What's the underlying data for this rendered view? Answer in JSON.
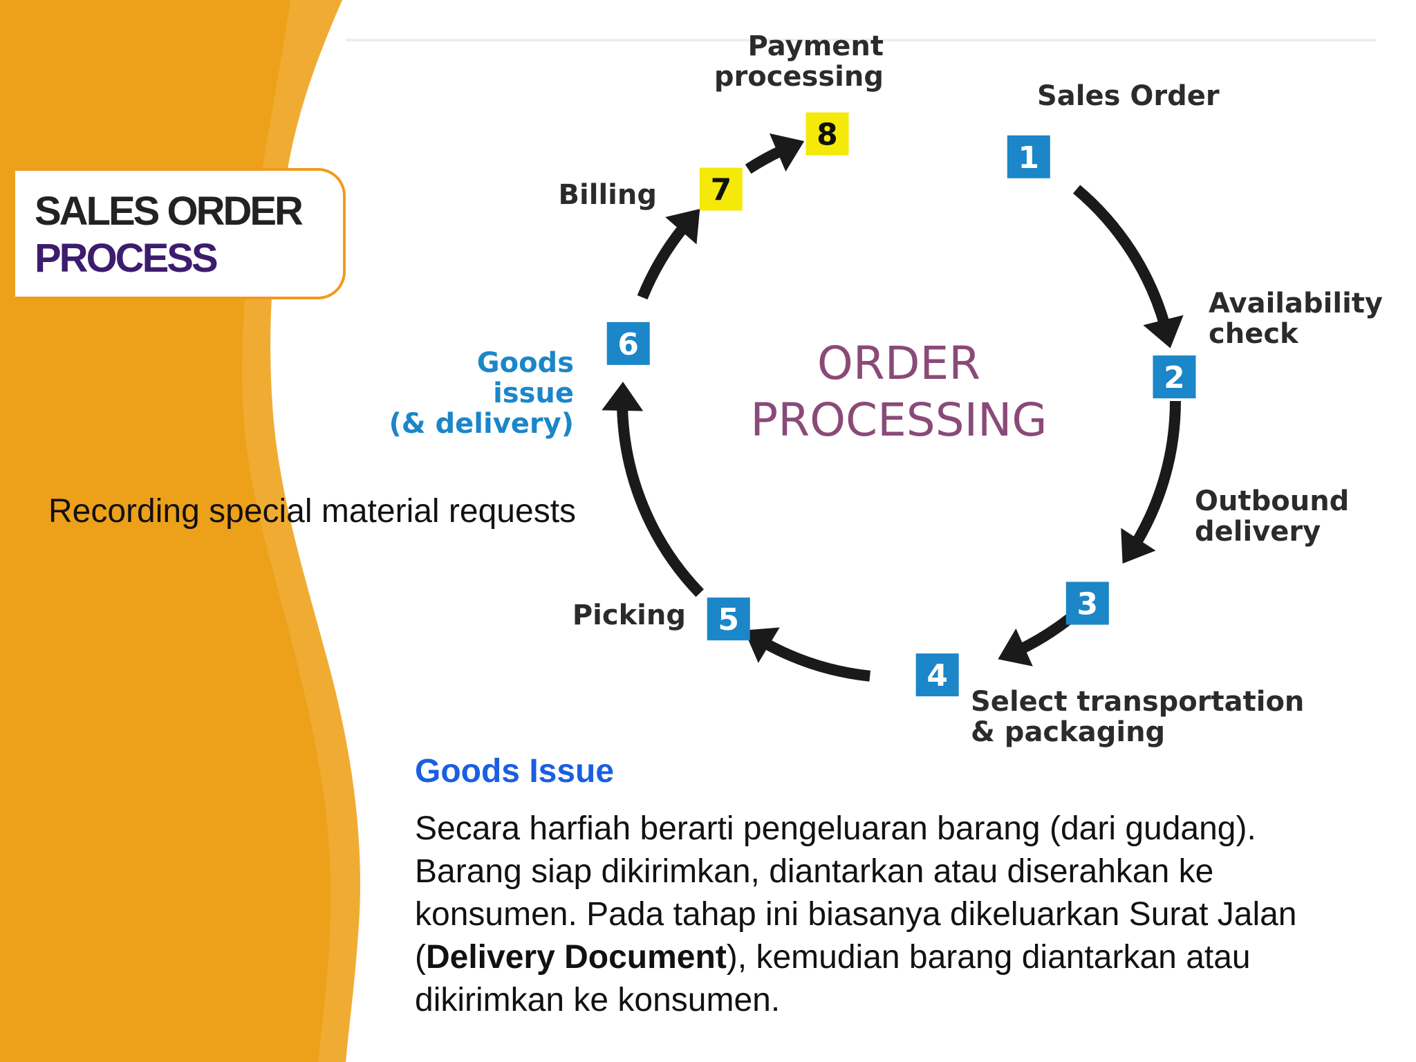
{
  "slide": {
    "title_line1": "SALES ORDER",
    "title_line2": "PROCESS",
    "side_note": "Recording special material requests"
  },
  "diagram": {
    "center_line1": "ORDER",
    "center_line2": "PROCESSING",
    "steps": [
      {
        "num": "1",
        "label_lines": [
          "Sales Order"
        ],
        "box_color": "#1b86c8",
        "text_color": "#2b2b2b"
      },
      {
        "num": "2",
        "label_lines": [
          "Availability",
          "check"
        ],
        "box_color": "#1b86c8",
        "text_color": "#2b2b2b"
      },
      {
        "num": "3",
        "label_lines": [
          "Outbound",
          "delivery"
        ],
        "box_color": "#1b86c8",
        "text_color": "#2b2b2b"
      },
      {
        "num": "4",
        "label_lines": [
          "Select transportation",
          "& packaging"
        ],
        "box_color": "#1b86c8",
        "text_color": "#2b2b2b"
      },
      {
        "num": "5",
        "label_lines": [
          "Picking"
        ],
        "box_color": "#1b86c8",
        "text_color": "#2b2b2b"
      },
      {
        "num": "6",
        "label_lines": [
          "Goods",
          "issue",
          "(& delivery)"
        ],
        "box_color": "#1b86c8",
        "text_color": "#1b86c8"
      },
      {
        "num": "7",
        "label_lines": [
          "Billing"
        ],
        "box_color": "#f5e90a",
        "text_color": "#2b2b2b"
      },
      {
        "num": "8",
        "label_lines": [
          "Payment",
          "processing"
        ],
        "box_color": "#f5e90a",
        "text_color": "#2b2b2b"
      }
    ]
  },
  "goods_issue": {
    "heading": "Goods Issue",
    "body_before": "Secara harfiah berarti pengeluaran barang (dari gudang). Barang siap dikirimkan, diantarkan atau diserahkan ke konsumen. Pada tahap ini biasanya dikeluarkan Surat Jalan (",
    "body_bold": "Delivery Document",
    "body_after": "), kemudian barang diantarkan atau dikirimkan ke konsumen."
  },
  "colors": {
    "orange": "#eda01a",
    "title_border": "#f29a1c",
    "title_purple": "#3d1c6e",
    "center_text": "#8a4a78",
    "heading_blue": "#1a5fe0",
    "arrow": "#1a1a1a"
  }
}
